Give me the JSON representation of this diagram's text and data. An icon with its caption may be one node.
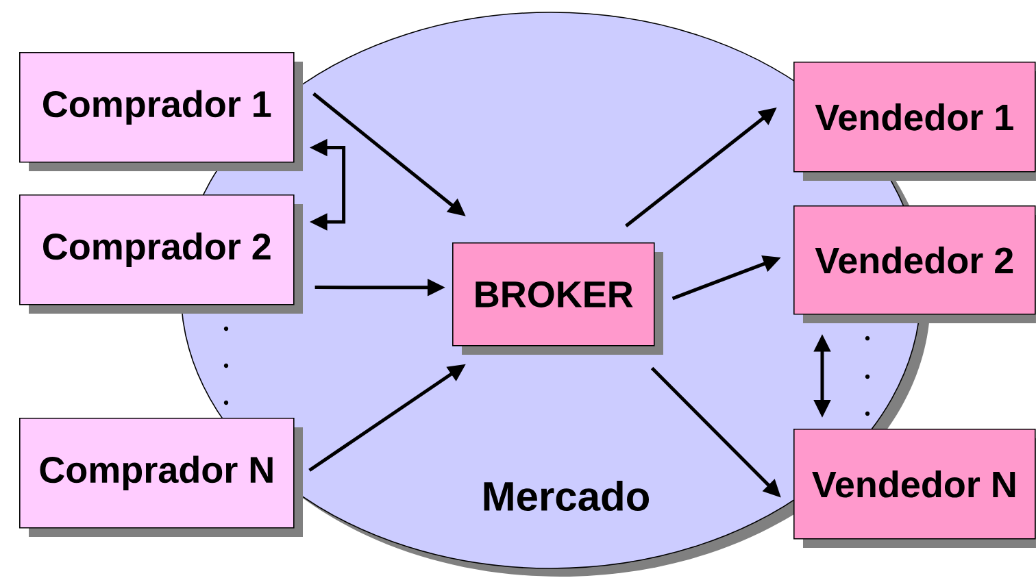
{
  "diagram": {
    "nodes": [
      {
        "text": [
          "Mercado"
        ]
      },
      {
        "text": [
          "Comprador 1"
        ]
      },
      {
        "text": [
          "Comprador 2"
        ]
      },
      {
        "text": [
          "Comprador N"
        ]
      },
      {
        "text": [
          "BROKER"
        ],
        "in": 0
      },
      {
        "text": [
          "Vendedor 1"
        ]
      },
      {
        "text": [
          "Vendedor 2"
        ]
      },
      {
        "text": [
          "Vendedor N"
        ]
      }
    ],
    "edges": [
      {
        "from": 1,
        "to": 4,
        "arrow": "to"
      },
      {
        "from": 2,
        "to": 4,
        "arrow": "to"
      },
      {
        "from": 3,
        "to": 4,
        "arrow": "to"
      },
      {
        "from": 4,
        "to": 5,
        "arrow": "to"
      },
      {
        "from": 4,
        "to": 6,
        "arrow": "to"
      },
      {
        "from": 4,
        "to": 7,
        "arrow": "to"
      },
      {
        "from": 1,
        "to": 2,
        "arrow": "both"
      },
      {
        "from": 6,
        "to": 7,
        "arrow": "both"
      }
    ]
  }
}
